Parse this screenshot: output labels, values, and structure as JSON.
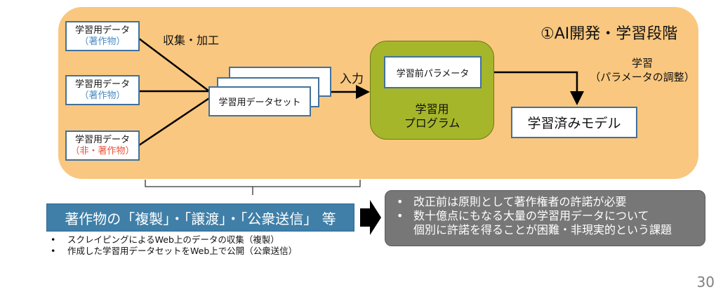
{
  "stage_title": "①AI開発・学習段階",
  "sources": [
    {
      "label": "学習用データ",
      "sub": "（著作物）",
      "sub_color": "blue"
    },
    {
      "label": "学習用データ",
      "sub": "（著作物）",
      "sub_color": "blue"
    },
    {
      "label": "学習用データ",
      "sub": "（非・著作物）",
      "sub_color": "red"
    }
  ],
  "collect_label": "収集・加工",
  "dataset_label": "学習用データセット",
  "input_label": "入力",
  "pre_param_label": "学習前パラメータ",
  "program_label_line1": "学習用",
  "program_label_line2": "プログラム",
  "learn_label_line1": "学習",
  "learn_label_line2": "（パラメータの調整）",
  "trained_model_label": "学習済みモデル",
  "copyright_acts": "著作物の「複製」・「譲渡」・「公衆送信」 等",
  "examples": [
    "スクレイピングによるWeb上のデータの収集（複製）",
    "作成した学習用データセットをWeb上で公開（公衆送信）"
  ],
  "issues": [
    {
      "line1": "改正前は原則として著作権者の許諾が必要"
    },
    {
      "line1": "数十億点にもなる大量の学習用データについて",
      "line2": "個別に許諾を得ることが困難・非現実的という課題"
    }
  ],
  "bullet": "•",
  "page_number": "30",
  "colors": {
    "panel": "#f9c77f",
    "program": "#a6b62a",
    "box_border": "#41719c",
    "sub_blue": "#4a8ac2",
    "sub_red": "#e8533a",
    "acts_bar": "#3f7fa8",
    "issues_box": "#777777"
  }
}
